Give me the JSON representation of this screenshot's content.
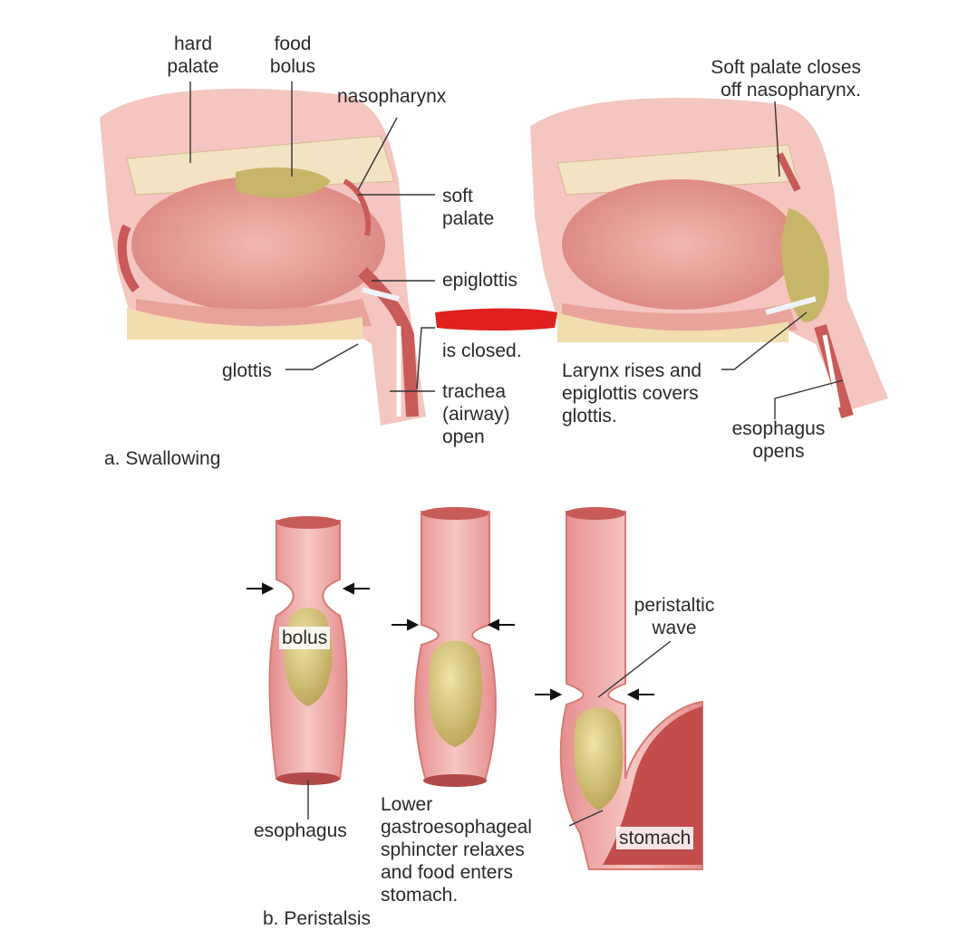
{
  "colors": {
    "tissue": "#e89c98",
    "tissue_dark": "#c85a58",
    "muscle": "#e7a49c",
    "bone": "#f3e3c3",
    "bolus": "#c7b66a",
    "redact": "#e0201e",
    "line": "#333333"
  },
  "panel_a": {
    "caption": "a. Swallowing",
    "left": {
      "hard_palate": "hard\npalate",
      "food_bolus": "food\nbolus",
      "nasopharynx": "nasopharynx",
      "soft_palate": "soft\npalate",
      "epiglottis": "epiglottis",
      "esophagus_closed": "is closed.",
      "glottis": "glottis",
      "trachea": "trachea\n(airway)\nopen"
    },
    "right": {
      "soft_palate_closes": "Soft palate closes\noff nasopharynx.",
      "larynx_rises": "Larynx rises and\nepiglottis covers\nglottis.",
      "esophagus_opens": "esophagus\nopens"
    }
  },
  "panel_b": {
    "caption": "b. Peristalsis",
    "bolus": "bolus",
    "esophagus": "esophagus",
    "peristaltic_wave": "peristaltic\nwave",
    "sphincter": "Lower\ngastroesophageal\nsphincter relaxes\nand food enters\nstomach.",
    "stomach": "stomach"
  }
}
